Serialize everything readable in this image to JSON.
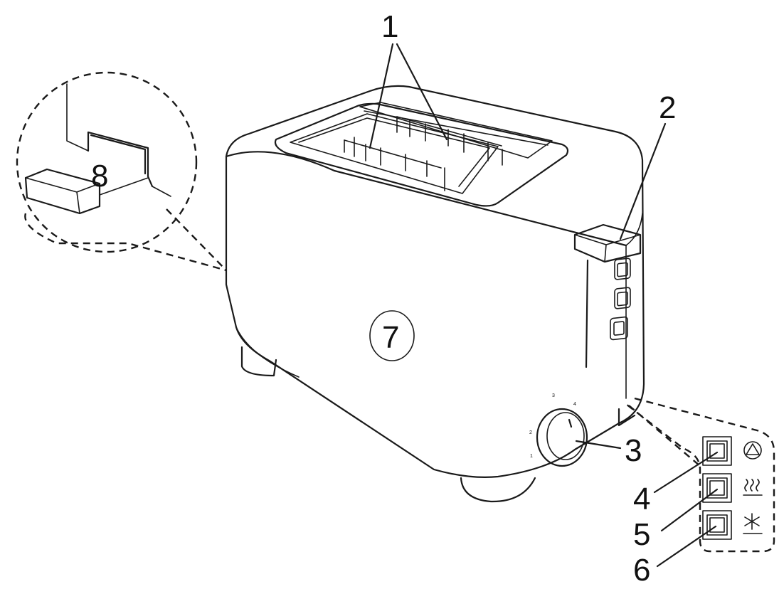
{
  "diagram": {
    "labels": {
      "bread_slots": "1",
      "lever": "2",
      "browning_dial": "3",
      "button_cancel": "4",
      "button_reheat": "5",
      "button_defrost": "6",
      "housing": "7",
      "crumb_tray": "8"
    },
    "dial_numbers": [
      "1",
      "2",
      "3",
      "4"
    ],
    "icons": {
      "button_cancel": "stop-triangle-icon",
      "button_reheat": "reheat-waves-icon",
      "button_defrost": "defrost-snowflake-icon"
    }
  }
}
